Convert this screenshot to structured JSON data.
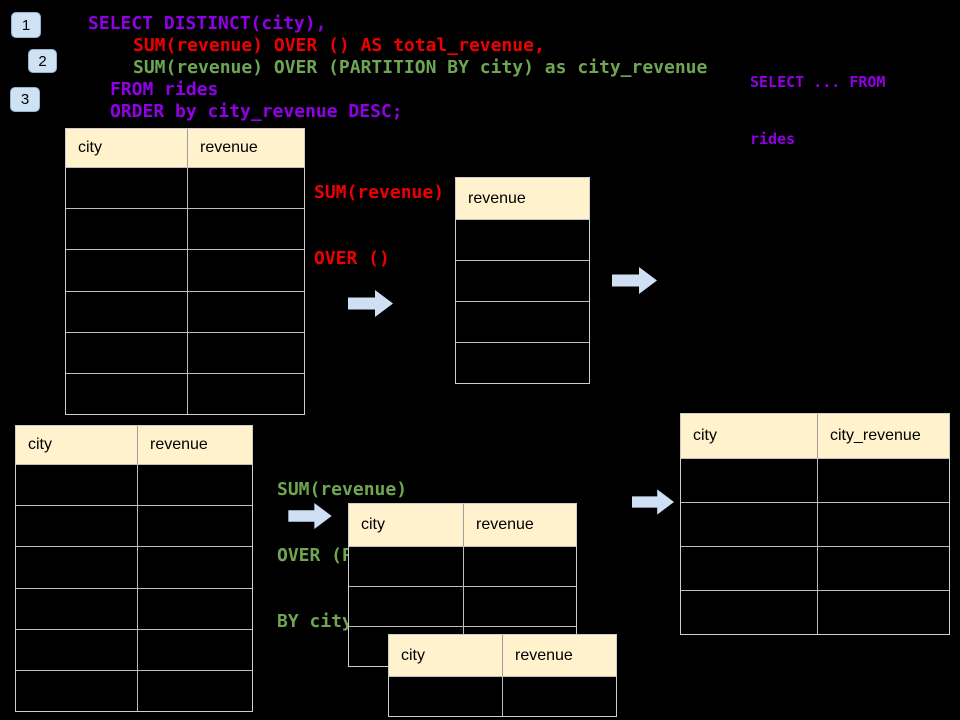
{
  "colors": {
    "background": "#000000",
    "sql_purple": "#9100e6",
    "sql_red": "#ef0000",
    "sql_green": "#6fa653",
    "table_header_bg": "#fff2cc",
    "table_border": "#bdbdbd",
    "arrow_fill": "#cfe0f5",
    "badge_bg": "#cfe2f3"
  },
  "badges": [
    {
      "label": "1"
    },
    {
      "label": "2"
    },
    {
      "label": "3"
    }
  ],
  "sql_code": {
    "lines": [
      {
        "text": "SELECT DISTINCT(city),",
        "color": "purple"
      },
      {
        "text": "SUM(revenue) OVER () AS total_revenue,",
        "color": "red"
      },
      {
        "text": "SUM(revenue) OVER (PARTITION BY city) as city_revenue",
        "color": "green"
      },
      {
        "text": "FROM rides",
        "color": "purple"
      },
      {
        "text": "ORDER by city_revenue DESC;",
        "color": "purple"
      }
    ]
  },
  "side_note": {
    "lines": [
      "SELECT ... FROM",
      "rides"
    ],
    "color": "purple"
  },
  "annotations": {
    "total_label": {
      "lines": [
        "SUM(revenue)",
        "OVER ()"
      ],
      "color": "red"
    },
    "partition_label": {
      "lines": [
        "SUM(revenue)",
        "OVER (PARTITION",
        "BY city)"
      ],
      "color": "green"
    }
  },
  "tables": {
    "source_top": {
      "headers": [
        "city",
        "revenue"
      ],
      "row_count": 6
    },
    "total_result": {
      "headers": [
        "revenue"
      ],
      "row_count": 4
    },
    "source_bottom": {
      "headers": [
        "city",
        "revenue"
      ],
      "row_count": 6
    },
    "partition_mid": {
      "headers": [
        "city",
        "revenue"
      ],
      "row_count": 3
    },
    "partition_overlap": {
      "headers": [
        "city",
        "revenue"
      ],
      "row_count": 1
    },
    "final_result": {
      "headers": [
        "city",
        "city_revenue"
      ],
      "row_count": 4
    }
  },
  "arrows": [
    {
      "name": "arrow-source-to-total"
    },
    {
      "name": "arrow-total-out"
    },
    {
      "name": "arrow-source-to-partition"
    },
    {
      "name": "arrow-partition-to-final"
    }
  ]
}
